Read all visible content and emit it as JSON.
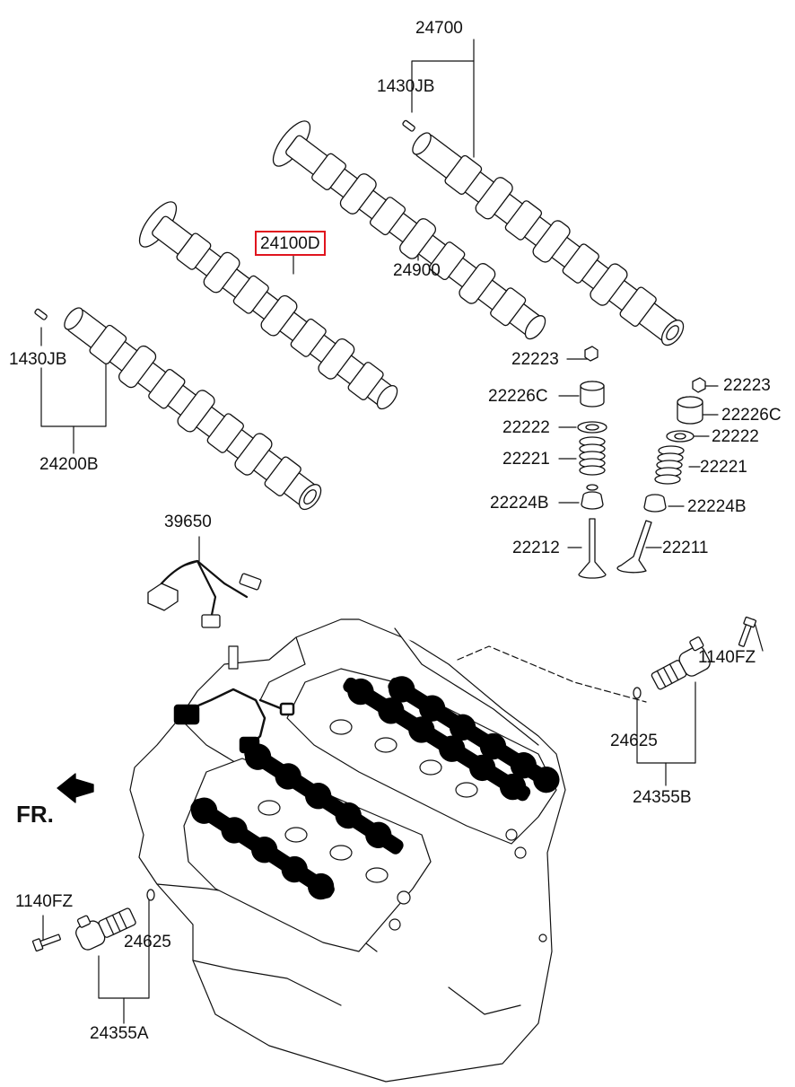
{
  "labels": {
    "p24700": "24700",
    "p1430jb_top": "1430JB",
    "p24100d": "24100D",
    "p24900": "24900",
    "p1430jb_left": "1430JB",
    "p24200b": "24200B",
    "p22223_left": "22223",
    "p22226c_left": "22226C",
    "p22222_left": "22222",
    "p22221_left": "22221",
    "p22224b_left": "22224B",
    "p22212": "22212",
    "p22223_right": "22223",
    "p22226c_right": "22226C",
    "p22222_right": "22222",
    "p22221_right": "22221",
    "p22224b_right": "22224B",
    "p22211": "22211",
    "p39650": "39650",
    "p1140fz_right": "1140FZ",
    "p24625_right": "24625",
    "p24355b": "24355B",
    "front": "FR.",
    "p1140fz_left": "1140FZ",
    "p24625_left": "24625",
    "p24355a": "24355A"
  },
  "highlighted_part": "24100D",
  "colors": {
    "highlight": "#e0141e",
    "line": "#111111",
    "background": "#ffffff"
  }
}
